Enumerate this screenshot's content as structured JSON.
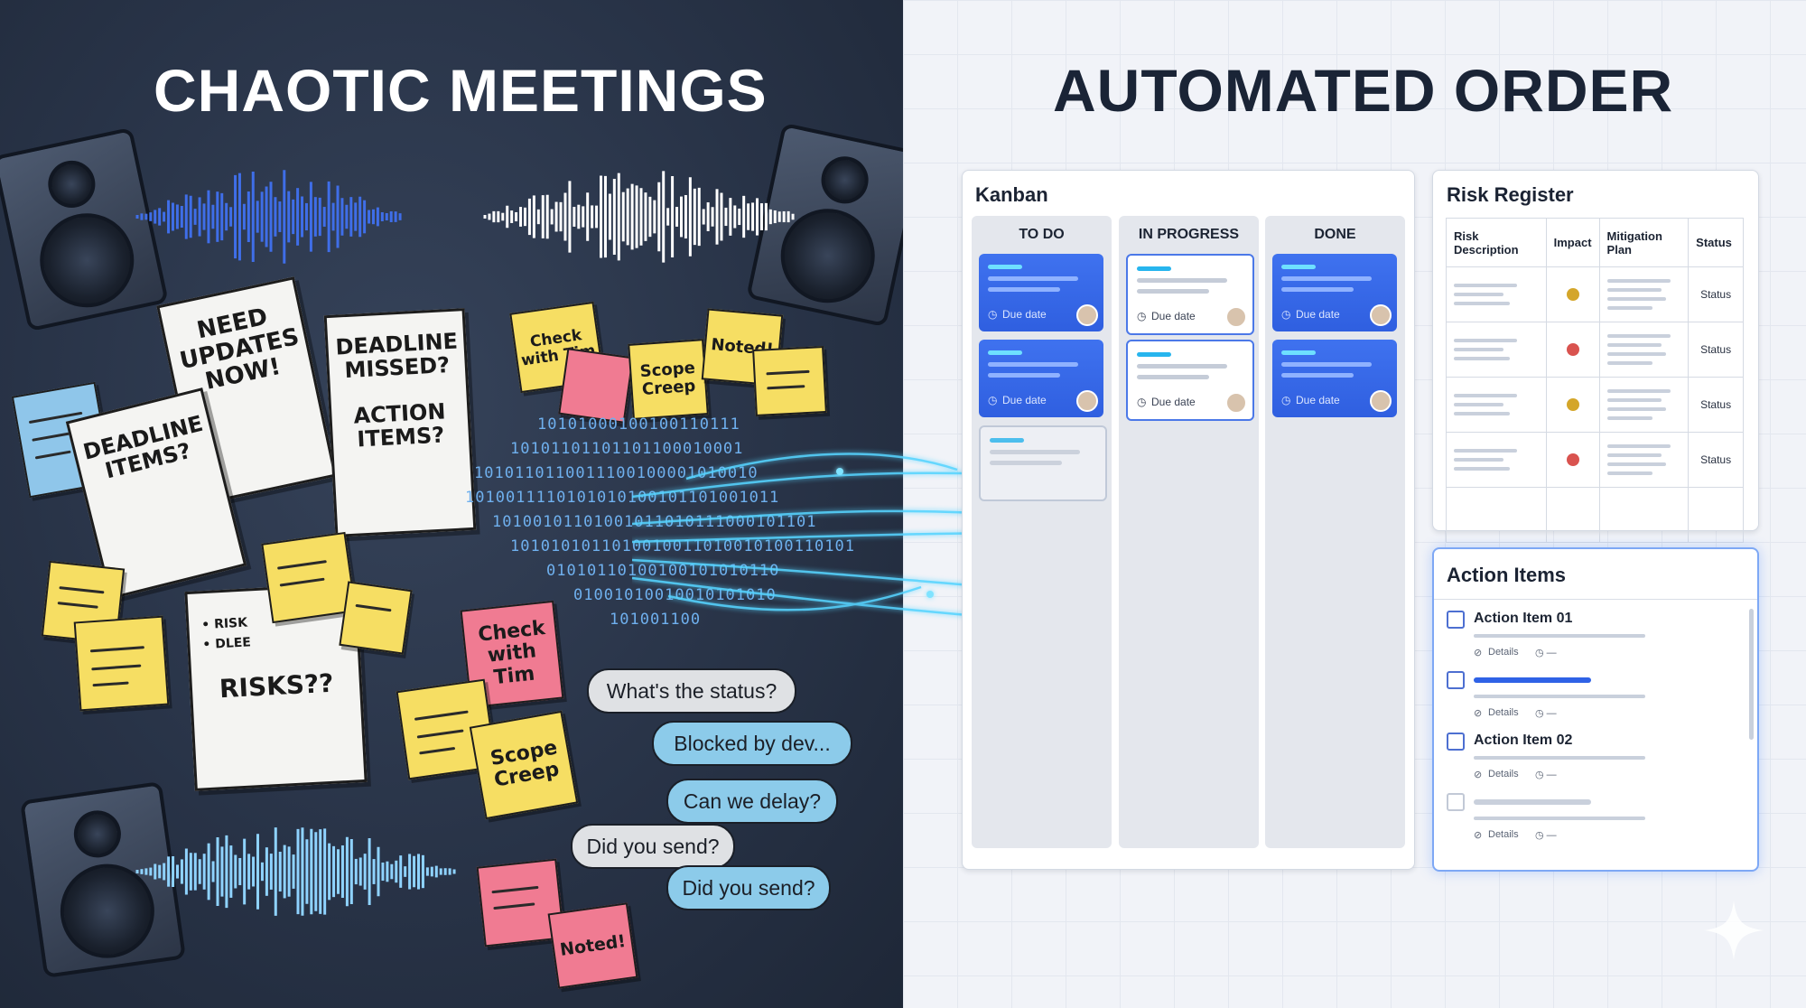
{
  "left": {
    "title": "CHAOTIC MEETINGS",
    "papers": [
      {
        "text": "NEED UPDATES NOW!"
      },
      {
        "text": "DEADLINE MISSED?"
      },
      {
        "text": "ACTION ITEMS?"
      },
      {
        "text": "DEADLINE ITEMS?"
      },
      {
        "text": "RISKS??"
      }
    ],
    "risk_paper_items": [
      "• RISK",
      "• DLEE"
    ],
    "stickies": {
      "check_tim_small": "Check with Tim",
      "scope_creep_small": "Scope Creep",
      "noted_small": "Noted!",
      "check_tim_big": "Check with Tim",
      "scope_creep_big": "Scope Creep",
      "noted_bottom": "Noted!"
    },
    "chat": [
      {
        "text": "What's the status?",
        "color": "gray"
      },
      {
        "text": "Blocked by dev...",
        "color": "blue"
      },
      {
        "text": "Can we delay?",
        "color": "blue"
      },
      {
        "text": "Did you send?",
        "color": "gray"
      },
      {
        "text": "Did you send?",
        "color": "blue"
      }
    ],
    "binary_lines": [
      "10101000100100110111",
      "10101101101101100010001",
      "1010110110011100100001010010",
      "1010011110101010100101101001011",
      "10100101101001011010111000101101",
      "1010101011010010011010010100110101",
      "01010110100100101010110",
      "01001010010010101010",
      "101001100"
    ]
  },
  "right": {
    "title": "AUTOMATED ORDER",
    "kanban": {
      "title": "Kanban",
      "columns": [
        "TO DO",
        "IN PROGRESS",
        "DONE"
      ],
      "due_label": "Due date"
    },
    "risk_register": {
      "title": "Risk Register",
      "headers": [
        "Risk Description",
        "Impact",
        "Mitigation Plan",
        "Status"
      ],
      "rows": [
        {
          "impact_color": "#d4a62a",
          "status": "Status"
        },
        {
          "impact_color": "#d9534f",
          "status": "Status"
        },
        {
          "impact_color": "#d4a62a",
          "status": "Status"
        },
        {
          "impact_color": "#d9534f",
          "status": "Status"
        }
      ]
    },
    "action_items": {
      "title": "Action Items",
      "items": [
        {
          "label": "Action Item 01",
          "meta": "Details"
        },
        {
          "label": "",
          "meta": "Details"
        },
        {
          "label": "Action Item 02",
          "meta": "Details"
        },
        {
          "label": "",
          "meta": "Details"
        }
      ]
    }
  },
  "colors": {
    "accent_blue": "#2f5fe0",
    "dark_bg": "#283347",
    "flow_cyan": "#4fd3ff"
  }
}
